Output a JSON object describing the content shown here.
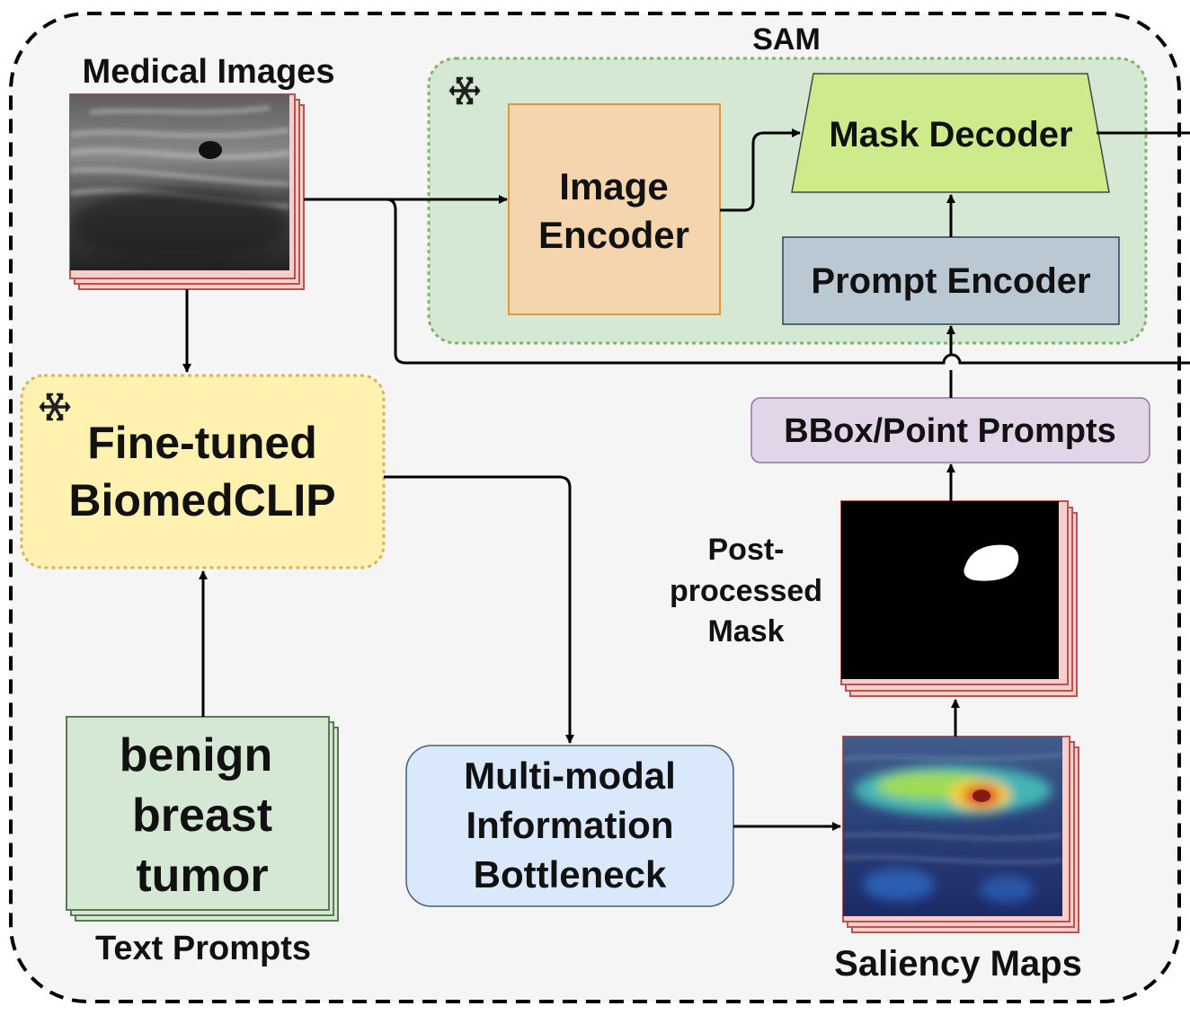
{
  "sam": {
    "title": "SAM"
  },
  "medical_images": {
    "label": "Medical Images"
  },
  "image_encoder": {
    "line1": "Image",
    "line2": "Encoder"
  },
  "mask_decoder": {
    "label": "Mask Decoder"
  },
  "prompt_encoder": {
    "label": "Prompt Encoder"
  },
  "biomedclip": {
    "line1": "Fine-tuned",
    "line2": "BiomedCLIP"
  },
  "bbox_prompts": {
    "label": "BBox/Point Prompts"
  },
  "post_mask": {
    "line1": "Post-",
    "line2": "processed",
    "line3": "Mask"
  },
  "text_prompt": {
    "line1": "benign",
    "line2": "breast",
    "line3": "tumor",
    "caption": "Text Prompts"
  },
  "bottleneck": {
    "line1": "Multi-modal",
    "line2": "Information",
    "line3": "Bottleneck"
  },
  "saliency": {
    "label": "Saliency Maps"
  },
  "icons": {
    "frozen": "snowflake-icon"
  },
  "colors": {
    "sam_bg": "#d5e8d4",
    "sam_border": "#82b366",
    "encoder_bg": "#f5d5ad",
    "encoder_border": "#d79b3e",
    "decoder_bg": "#cdeb8b",
    "prompt_encoder_bg": "#bac8d3",
    "prompt_encoder_border": "#23445d",
    "clip_bg": "#fff2b0",
    "clip_border": "#d6b656",
    "bbox_bg": "#e1d5e7",
    "bbox_border": "#9673a6",
    "text_bg": "#d5e8d4",
    "text_border": "#5a7a52",
    "bottleneck_bg": "#dae8fc",
    "bottleneck_border": "#4a5d7a",
    "stack_border": "#b85450",
    "stack_bg": "#f8cecc"
  }
}
